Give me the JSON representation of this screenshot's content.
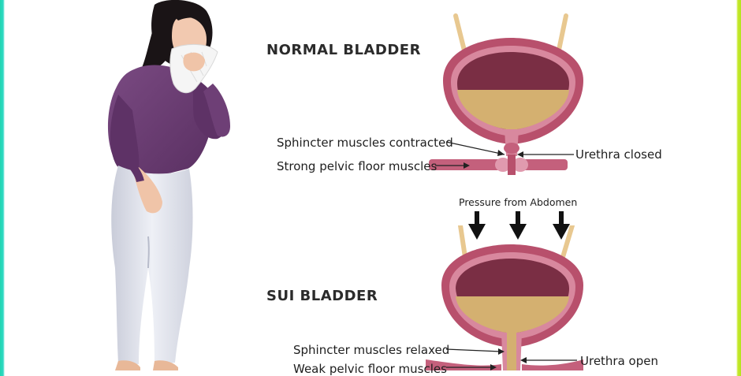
{
  "normal": {
    "title": "NORMAL BLADDER",
    "label_sphincter": "Sphincter muscles contracted",
    "label_pelvic": "Strong pelvic floor muscles",
    "label_urethra": "Urethra closed"
  },
  "sui": {
    "title": "SUI BLADDER",
    "pressure_label": "Pressure from Abdomen",
    "label_sphincter": "Sphincter muscles relaxed",
    "label_pelvic": "Weak pelvic floor muscles",
    "label_urethra": "Urethra open"
  },
  "colors": {
    "bladder_wall": "#b8506c",
    "bladder_inner": "#7a2e44",
    "urine": "#d4b070",
    "shirt": "#6b3d72",
    "pants": "#e6e8f0",
    "hair": "#1a1416",
    "skin": "#f2c9b0"
  }
}
